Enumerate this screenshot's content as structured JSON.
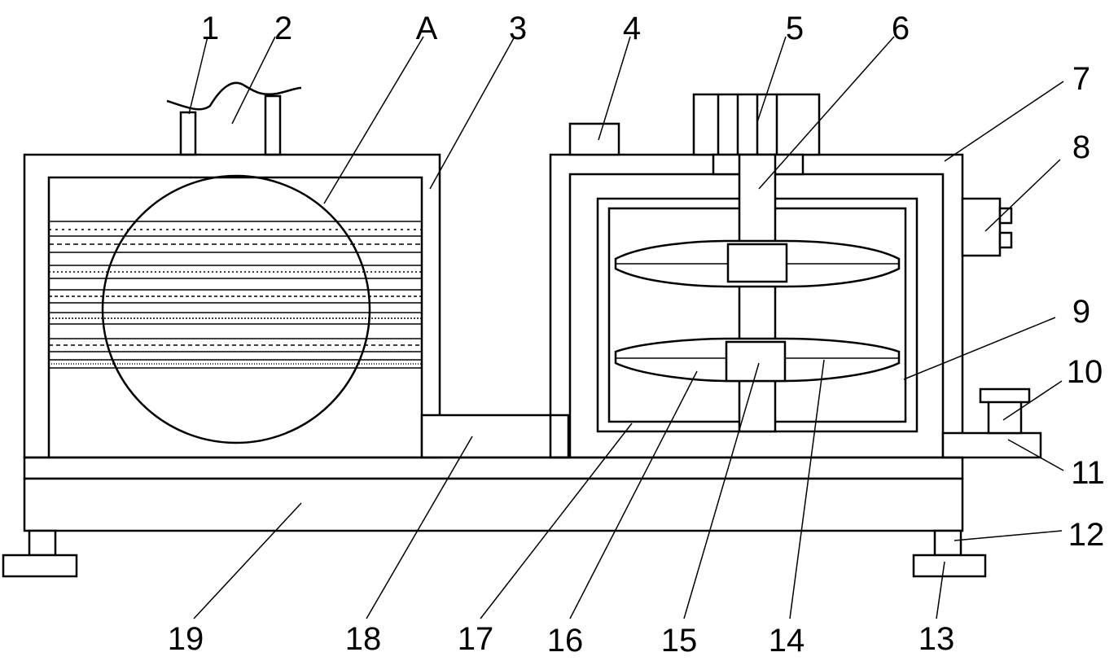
{
  "labels": {
    "l1": "1",
    "l2": "2",
    "lA": "A",
    "l3": "3",
    "l4": "4",
    "l5": "5",
    "l6": "6",
    "l7": "7",
    "l8": "8",
    "l9": "9",
    "l10": "10",
    "l11": "11",
    "l12": "12",
    "l13": "13",
    "l14": "14",
    "l15": "15",
    "l16": "16",
    "l17": "17",
    "l18": "18",
    "l19": "19"
  }
}
